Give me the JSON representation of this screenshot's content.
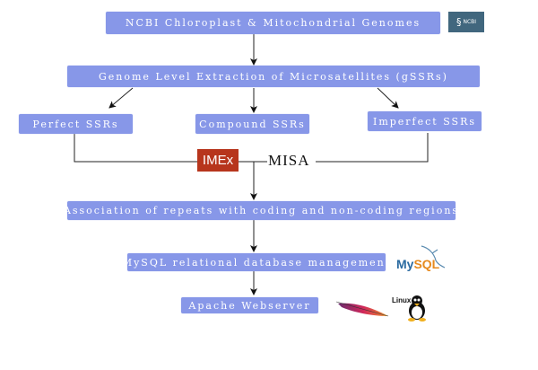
{
  "diagram": {
    "nodes": {
      "source": "NCBI Chloroplast & Mitochondrial Genomes",
      "extraction": "Genome Level Extraction of Microsatellites (gSSRs)",
      "perfect": "Perfect SSRs",
      "compound": "Compound SSRs",
      "imperfect": "Imperfect SSRs",
      "association": "Association of repeats with coding and non-coding regions",
      "mysql": "MySQL relational database management",
      "apache": "Apache Webserver"
    },
    "tools": {
      "imex": "IMEx",
      "misa": "MISA"
    },
    "logos": {
      "ncbi": "NCBI",
      "mysql_my": "My",
      "mysql_sql": "SQL",
      "linux": "Linux"
    },
    "colors": {
      "box_fill": "#8797e8",
      "ncbi_logo": "#41677e",
      "imex_logo": "#b7351c",
      "mysql_blue": "#2a6aa0",
      "mysql_orange": "#e68a1e"
    }
  }
}
